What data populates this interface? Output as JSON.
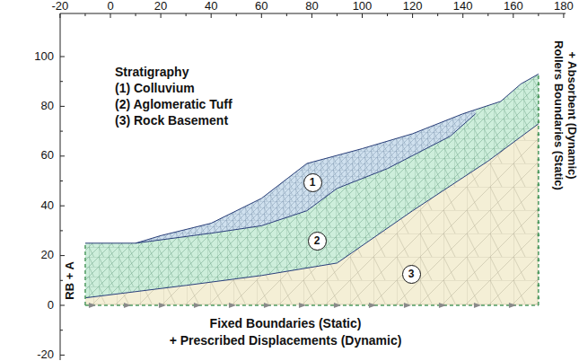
{
  "diagram": {
    "nodes": [
      {
        "text": [
          "1"
        ]
      },
      {
        "text": [
          "2"
        ]
      },
      {
        "text": [
          "3"
        ]
      }
    ],
    "labels": [
      "-20",
      "0",
      "20",
      "40",
      "60",
      "80",
      "100",
      "120",
      "140",
      "160",
      "180",
      "100",
      "80",
      "60",
      "40",
      "20",
      "0",
      "-20",
      "Stratigraphy",
      "(1) Colluvium",
      "(2) Aglomeratic Tuff",
      "(3) Rock Basement",
      "RB + A",
      "Rollers Boundaries (Static)",
      "+ Absorbent (Dynamic)",
      "Fixed Boundaries (Static)",
      "+ Prescribed Displacements (Dynamic)"
    ]
  }
}
